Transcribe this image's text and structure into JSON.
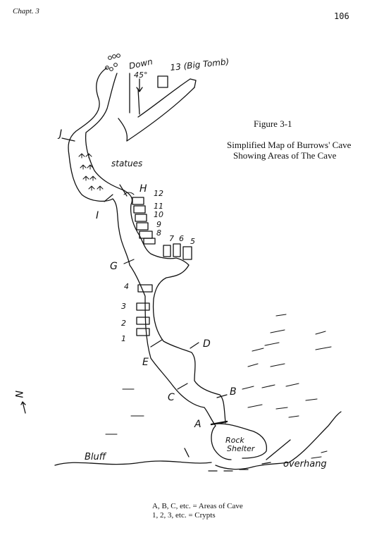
{
  "header": {
    "chapter": "Chapt. 3",
    "page_number": "106"
  },
  "figure": {
    "title": "Figure 3-1",
    "caption_line1": "Simplified Map of Burrows' Cave",
    "caption_line2": "Showing Areas of The Cave"
  },
  "legend": {
    "areas": "A, B, C, etc. = Areas of Cave",
    "crypts": "1, 2, 3, etc. = Crypts"
  },
  "map": {
    "area_labels": [
      "A",
      "B",
      "C",
      "D",
      "E",
      "G",
      "H",
      "I",
      "J"
    ],
    "crypt_labels": [
      "1",
      "2",
      "3",
      "4",
      "5",
      "6",
      "7",
      "8",
      "9",
      "10",
      "11",
      "12"
    ],
    "annotations": {
      "down": "Down",
      "angle": "45°",
      "big_tomb": "13 (Big Tomb)",
      "statues": "statues",
      "rock": "Rock",
      "shelter": "Shelter",
      "bluff": "Bluff",
      "overhang": "overhang",
      "north": "N"
    }
  }
}
